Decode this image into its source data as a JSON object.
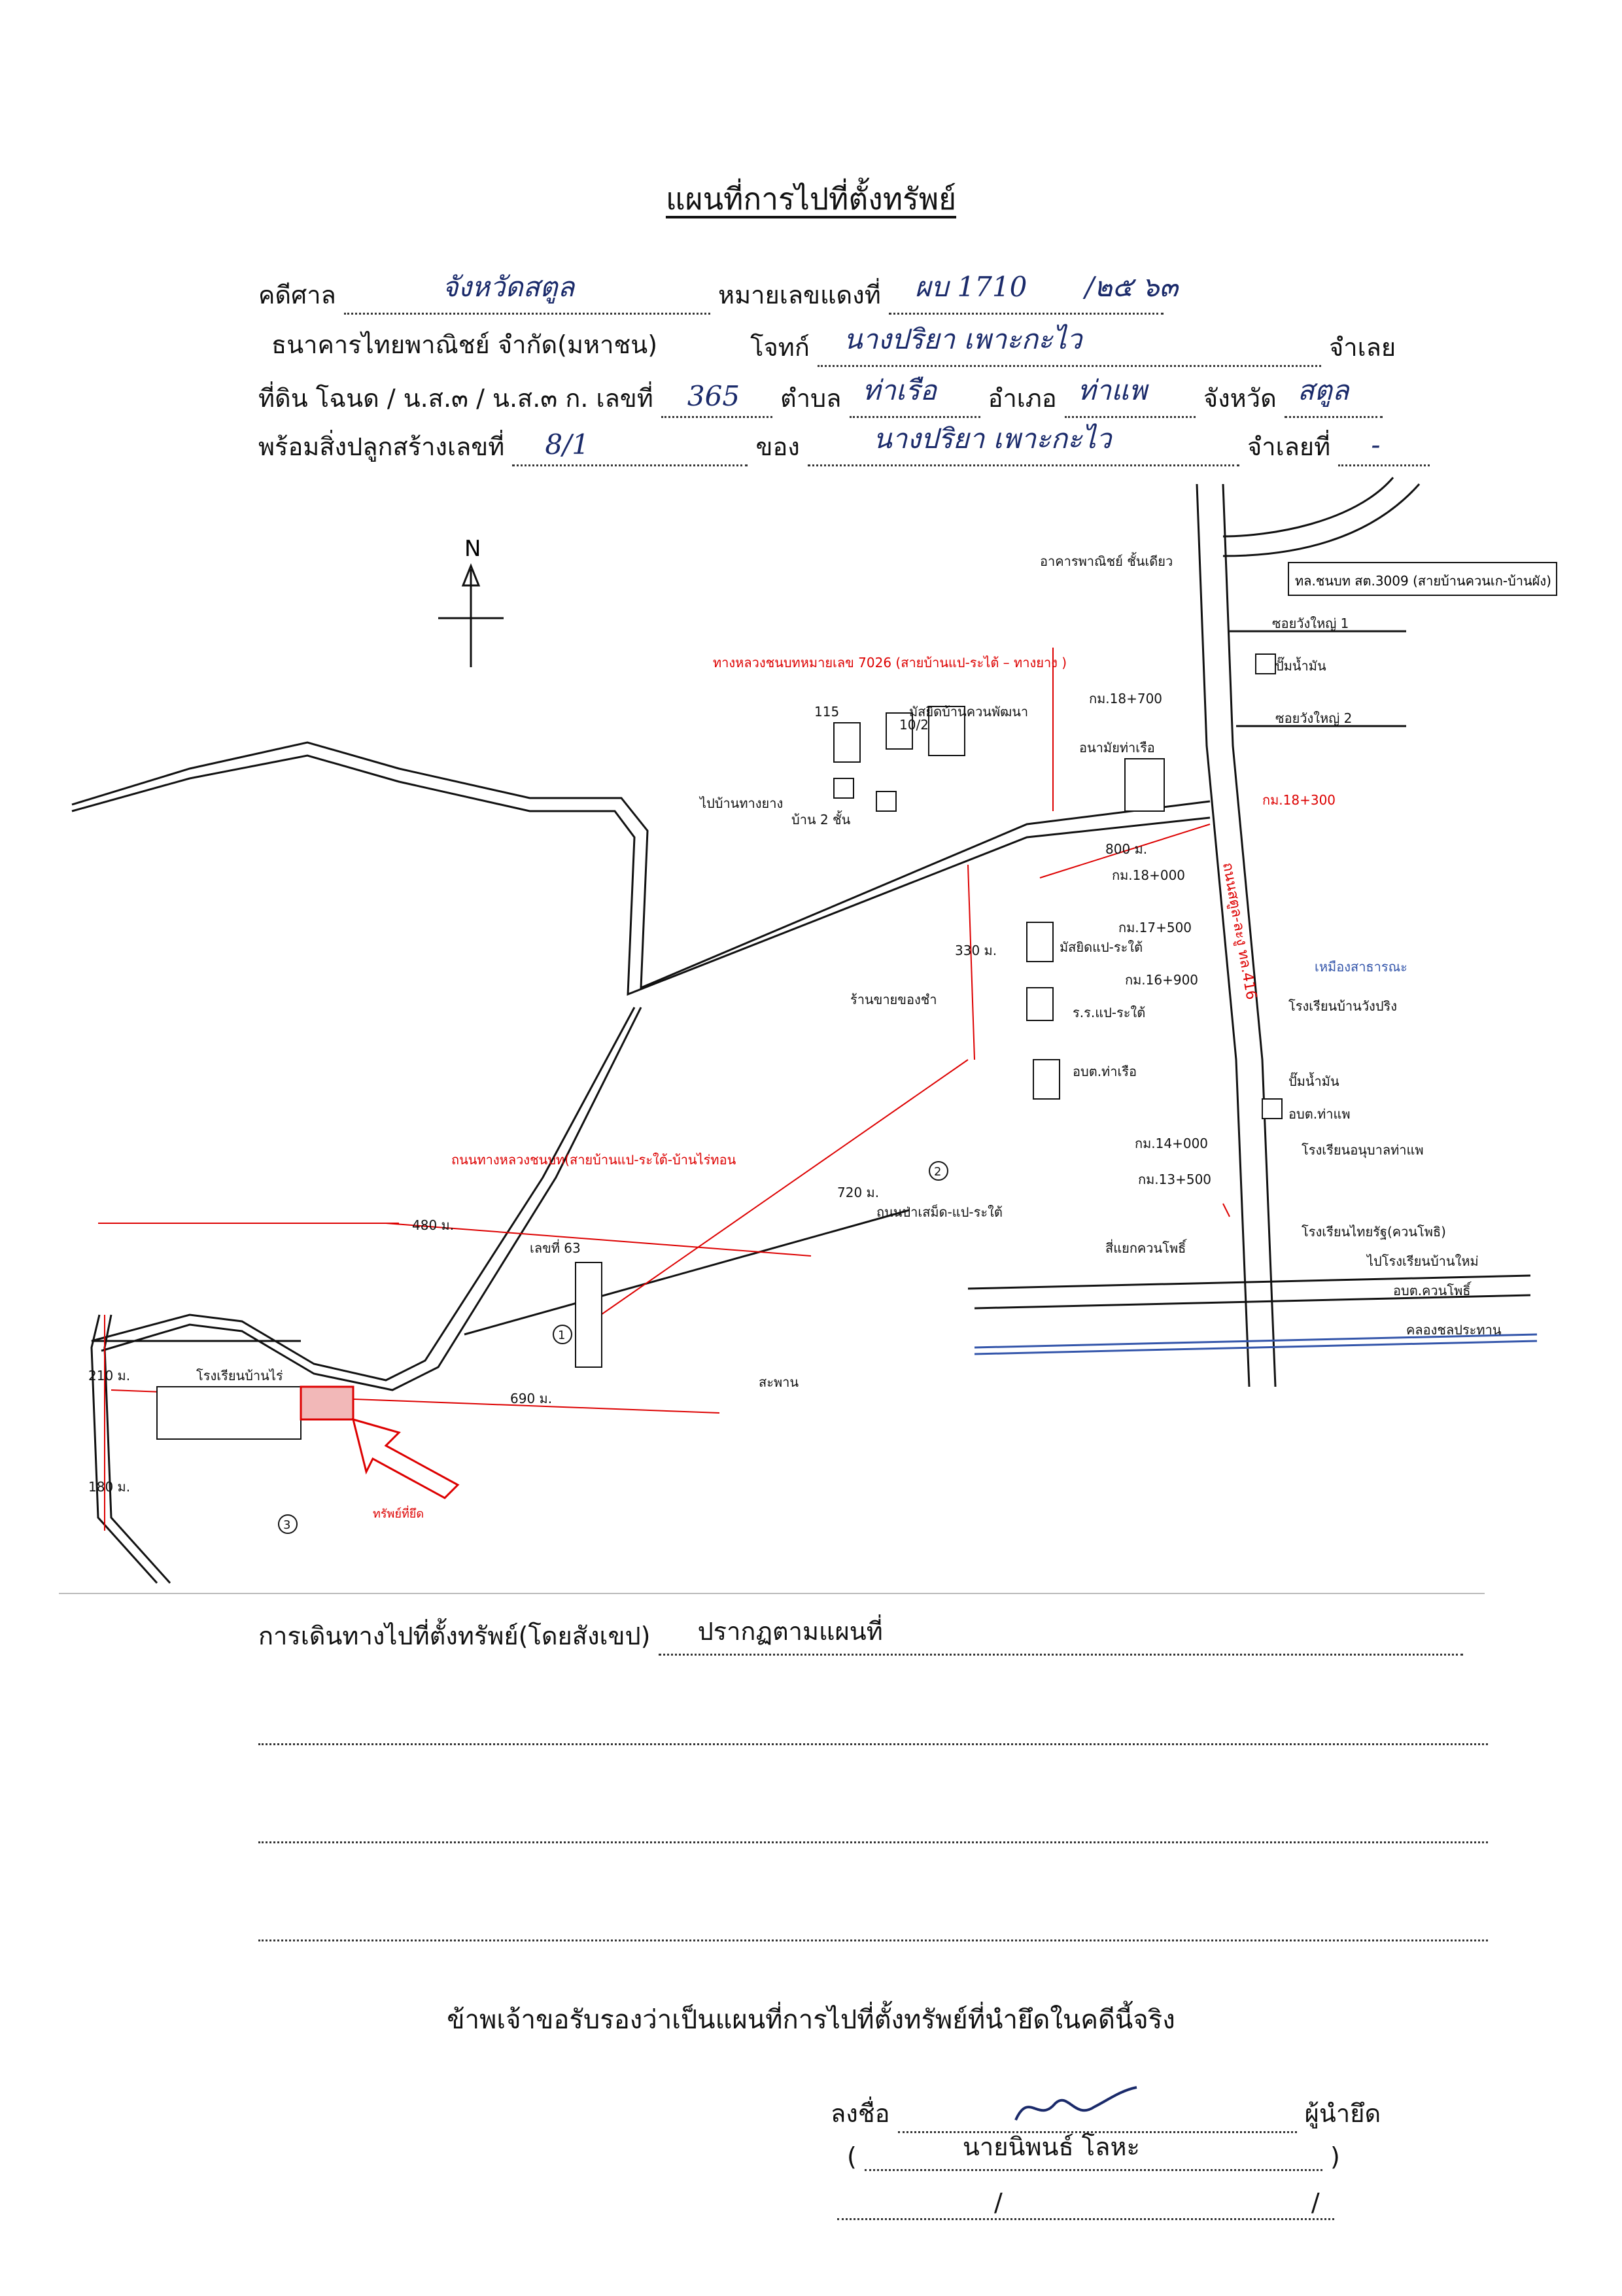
{
  "title": "แผนที่การไปที่ตั้งทรัพย์",
  "form": {
    "court_label": "คดีศาล",
    "court_value": "จังหวัดสตูล",
    "red_case_label": "หมายเลขแดงที่",
    "red_case_value": "ผบ 1710",
    "year_value": "/๒๕ ๖๓",
    "plaintiff": "ธนาคารไทยพาณิชย์ จำกัด(มหาชน)",
    "defendant_label": "โจทก์",
    "defendant_value": "นางปริยา เพาะกะไว",
    "defendant_suffix": "จำเลย",
    "land_label": "ที่ดิน",
    "land_types": "โฉนด / น.ส.๓ / น.ส.๓ ก. เลขที่",
    "land_number": "365",
    "subdistrict_label": "ตำบล",
    "subdistrict_value": "ท่าเรือ",
    "district_label": "อำเภอ",
    "district_value": "ท่าแพ",
    "province_label": "จังหวัด",
    "province_value": "สตูล",
    "building_label": "พร้อมสิ่งปลูกสร้างเลขที่",
    "building_value": "8/1",
    "owner_label": "ของ",
    "owner_value": "นางปริยา เพาะกะไว",
    "defendant_no_label": "จำเลยที่",
    "defendant_no_value": "-"
  },
  "map": {
    "north": "N",
    "labels": {
      "shop_house": "อาคารพาณิชย์ ชั้นเดียว",
      "highway_3009": "ทล.ชนบท สต.3009 (สายบ้านควนเก-บ้านผัง)",
      "soi_wangyai1": "ซอยวังใหญ่ 1",
      "gas1": "ปั๊มน้ำมัน",
      "km18700": "กม.18+700",
      "soi_wangyai2": "ซอยวังใหญ่ 2",
      "road_7026": "ทางหลวงชนบทหมายเลข 7026 (สายบ้านแป-ระไต้ – ทางยาง )",
      "n115": "115",
      "n102": "10/2",
      "mosque_khuan": "มัสยิดบ้านควนพัฒนา",
      "health_tharuea": "อนามัยท่าเรือ",
      "km18300": "กม.18+300",
      "to_thangyang": "ไปบ้านทางยาง",
      "house2": "บ้าน 2 ชั้น",
      "route_416": "ถนนสตูล-ละงู ทล.416",
      "d800": "800 ม.",
      "km18000": "กม.18+000",
      "d330": "330 ม.",
      "km17500": "กม.17+500",
      "mosque_pae": "มัสยิดแป-ระใต้",
      "km16900": "กม.16+900",
      "mine": "เหมืองสาธารณะ",
      "school_wang": "โรงเรียนบ้านวังปริง",
      "shop_sell": "ร้านขายของชำ",
      "school_pae": "ร.ร.แป-ระใต้",
      "obt_tharuea": "อบต.ท่าเรือ",
      "gas2": "ปั๊มน้ำมัน",
      "obt_thaphae": "อบต.ท่าแพ",
      "km14000": "กม.14+000",
      "kindergarten": "โรงเรียนอนุบาลท่าแพ",
      "km13500": "กม.13+500",
      "road_paeraitai": "ถนนทางหลวงชนบท(สายบ้านแป-ระใต้-บ้านไร่ทอน",
      "d720": "720 ม.",
      "c2": "2",
      "road_padmed": "ถนนป่าเสม็ด-แป-ระใต้",
      "d480": "480 ม.",
      "house63": "เลขที่ 63",
      "school_thairat": "โรงเรียนไทยรัฐ(ควนโพธิ)",
      "junction": "สี่แยกควนโพธิ์",
      "to_school_new": "ไปโรงเรียนบ้านใหม่",
      "obt_khuanpho": "อบต.ควนโพธิ์",
      "canal": "คลองชลประทาน",
      "c1": "1",
      "d210": "210 ม.",
      "school_banrai": "โรงเรียนบ้านไร่",
      "d690": "690 ม.",
      "bridge": "สะพาน",
      "d180": "180 ม.",
      "target": "ทรัพย์ที่ยึด",
      "c3": "3"
    }
  },
  "travel": {
    "label": "การเดินทางไปที่ตั้งทรัพย์(โดยสังเขป)",
    "value": "ปรากฏตามแผนที่"
  },
  "certify": "ข้าพเจ้าขอรับรองว่าเป็นแผนที่การไปที่ตั้งทรัพย์ที่นำยึดในคดีนี้จริง",
  "signature": {
    "sign_label": "ลงชื่อ",
    "role": "ผู้นำยึด",
    "name": "นายนิพนธ์ โลหะ",
    "open_paren": "(",
    "close_paren": ")",
    "date_slashes": "/ /"
  }
}
